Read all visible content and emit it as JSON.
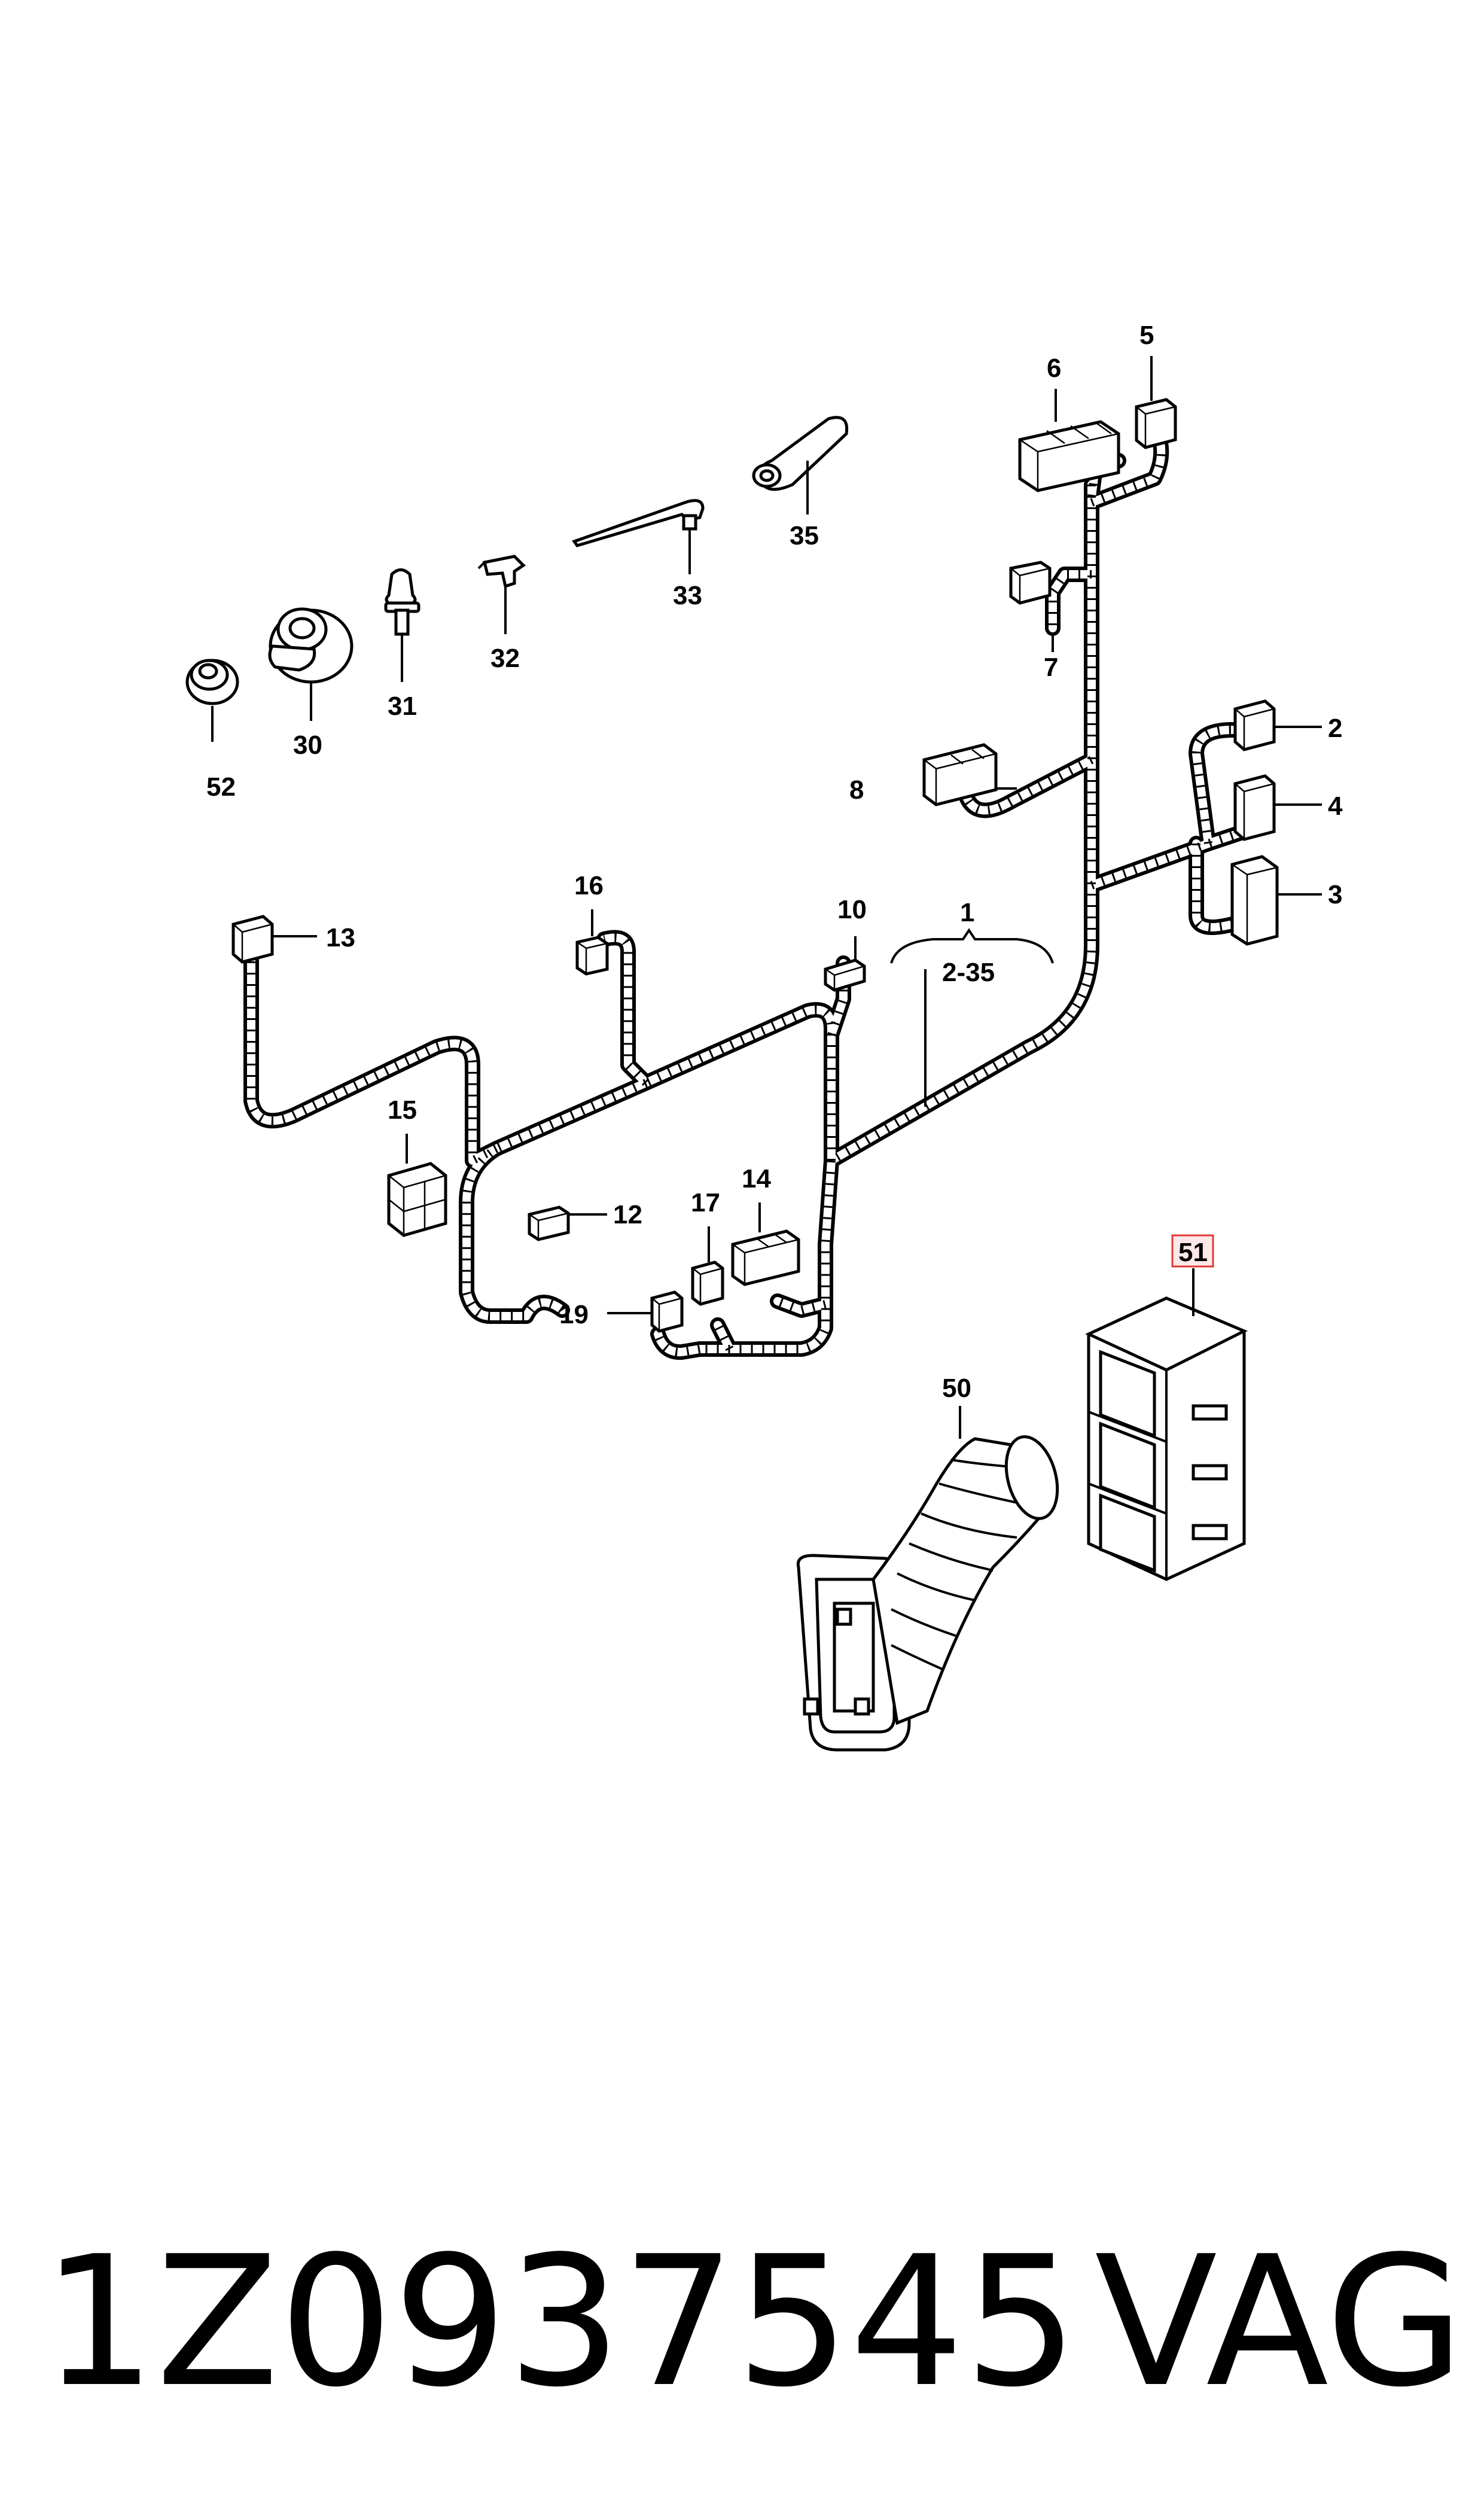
{
  "diagram": {
    "part_labels": {
      "l1": "1",
      "l2": "2",
      "l3": "3",
      "l4": "4",
      "l5": "5",
      "l6": "6",
      "l7": "7",
      "l8": "8",
      "l10": "10",
      "l12": "12",
      "l13": "13",
      "l14": "14",
      "l15": "15",
      "l16": "16",
      "l17": "17",
      "l19": "19",
      "l30": "30",
      "l31": "31",
      "l32": "32",
      "l33": "33",
      "l35": "35",
      "l50": "50",
      "l51": "51",
      "l52": "52"
    },
    "range_label": "2-35",
    "highlight_color": "#e03a3a"
  },
  "footer": {
    "part_number": "1Z0937545",
    "brand": "VAG"
  }
}
